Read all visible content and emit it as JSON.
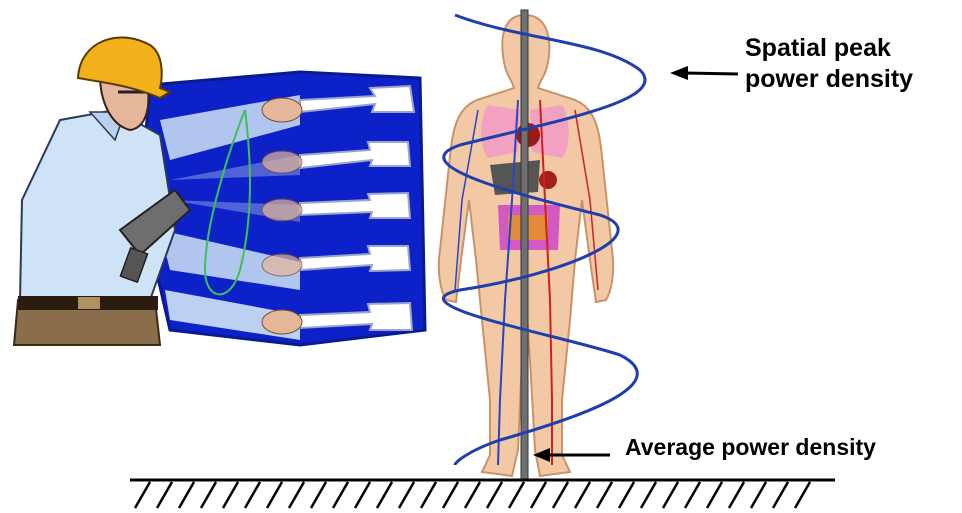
{
  "labels": {
    "spatial_peak_line1": "Spatial peak",
    "spatial_peak_line2": "power density",
    "average_power_density": "Average power density"
  },
  "colors": {
    "wave": "#1f3fae",
    "probe_bg": "#0c22c8",
    "body_skin": "#f2c9a4",
    "ground": "#000000",
    "hard_hat": "#f2b11a",
    "shirt": "#cfe3f6"
  },
  "icons": {
    "worker": "worker-with-survey-meter-icon",
    "probe": "probe-positions-icon",
    "body": "human-body-anatomy-icon",
    "ground": "ground-hatching-icon"
  }
}
